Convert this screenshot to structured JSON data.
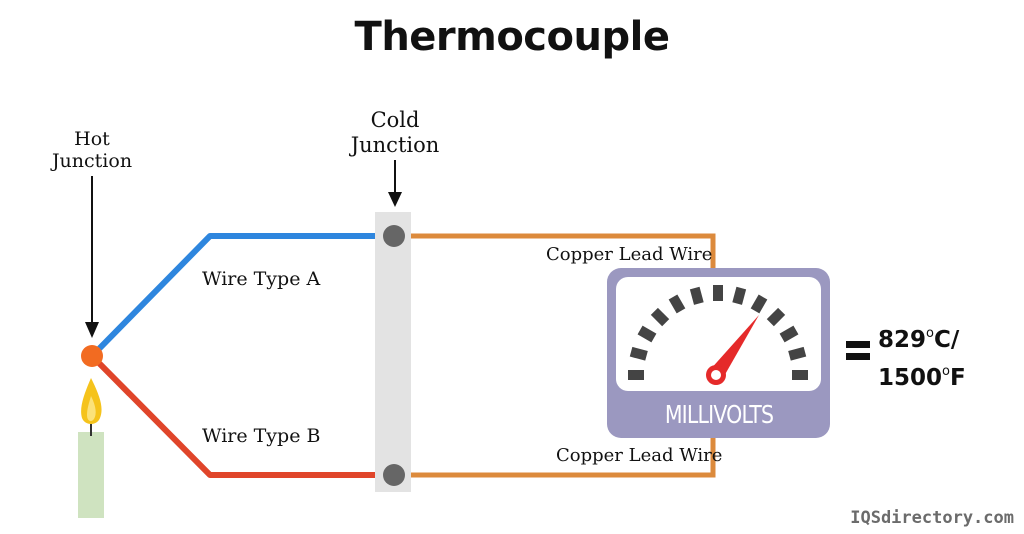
{
  "title": "Thermocouple",
  "labels": {
    "hot_junction_line1": "Hot",
    "hot_junction_line2": "Junction",
    "cold_junction_line1": "Cold",
    "cold_junction_line2": "Junction",
    "wire_a": "Wire Type A",
    "wire_b": "Wire Type B",
    "copper_top": "Copper Lead Wire",
    "copper_bottom": "Copper Lead Wire",
    "meter": "MILLIVOLTS"
  },
  "result": {
    "celsius_value": "829",
    "celsius_unit": "C/",
    "fahrenheit_value": "1500",
    "fahrenheit_unit": "F",
    "degree": "o"
  },
  "watermark": "IQSdirectory.com",
  "colors": {
    "wire_a": "#2e86de",
    "wire_b": "#e0452a",
    "copper": "#dc8a3c",
    "junction_dot": "#f26b21",
    "meter_body": "#9b98c0",
    "needle": "#e52a2a",
    "candle": "#cfe3c0",
    "flame": "#f5c31c"
  }
}
